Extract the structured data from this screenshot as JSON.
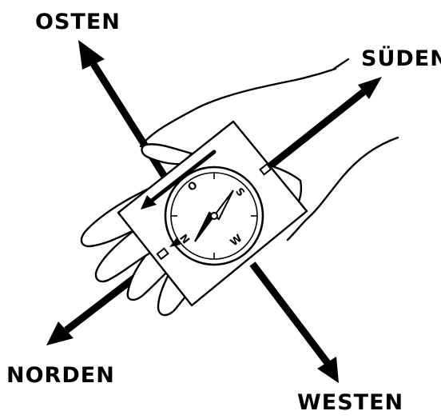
{
  "directions": {
    "osten": "OSTEN",
    "sueden": "SÜDEN",
    "norden": "NORDEN",
    "westen": "WESTEN"
  },
  "compass_dial": {
    "north": "N",
    "east": "O",
    "south": "S",
    "west": "W"
  }
}
